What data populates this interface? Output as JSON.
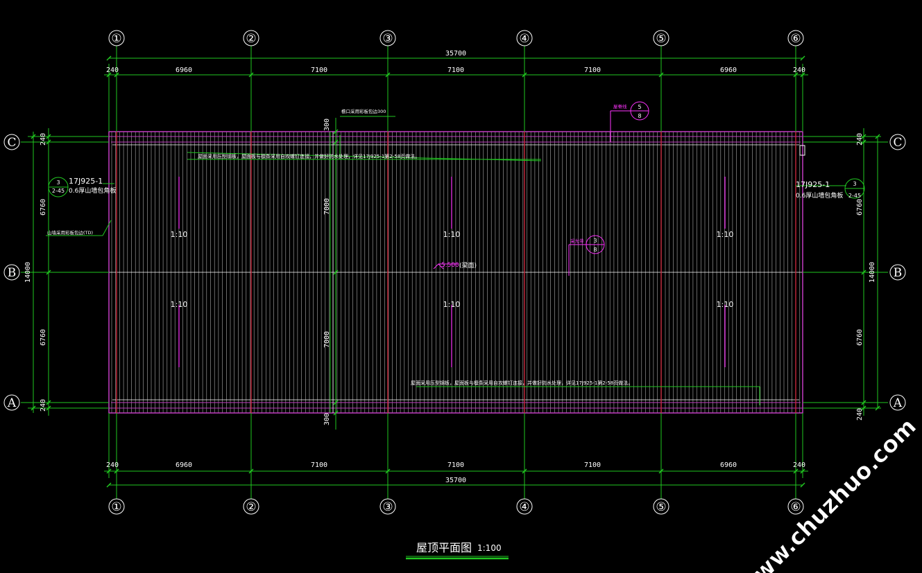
{
  "colors": {
    "background": "#000000",
    "dimension": "#21c821",
    "roof_outline": "#c23cc2",
    "rib": "#cfcfcf",
    "axis_line": "#c8283c",
    "annotation": "#ff33ff",
    "text": "#ffffff",
    "watermark": "#ffffff"
  },
  "axes": {
    "vertical": [
      "①",
      "②",
      "③",
      "④",
      "⑤",
      "⑥"
    ],
    "horizontal": [
      "C",
      "B",
      "A"
    ]
  },
  "dimensions": {
    "top_total": "35700",
    "top_segments": [
      "240",
      "6960",
      "7100",
      "7100",
      "7100",
      "6960",
      "240"
    ],
    "bottom_total": "35700",
    "bottom_segments": [
      "240",
      "6960",
      "7100",
      "7100",
      "7100",
      "6960",
      "240"
    ],
    "left_segments": [
      "240",
      "6760",
      "6760",
      "240"
    ],
    "left_total": "14000",
    "right_segments": [
      "240",
      "6760",
      "6760",
      "240"
    ],
    "right_total": "14000",
    "overhang_top": "300",
    "overhang_bottom": "300",
    "mid_upper": "7000",
    "mid_lower": "7000"
  },
  "slopes": [
    "1:10",
    "1:10",
    "1:10",
    "1:10",
    "1:10",
    "1:10"
  ],
  "elevation": {
    "value": "5.500",
    "note": "(梁面)"
  },
  "annotations": {
    "top_note": "檐口采用彩板包边300",
    "upper_long_note": "屋面采用压型钢板，屋面板与檩条采用自攻螺钉连接，并做好防水处理，详见17J925-1第2-58页做法。",
    "lower_long_note": "屋面采用压型钢板，屋面板与檩条采用自攻螺钉连接，并做好防水处理，详见17J925-1第2-58页做法。",
    "left_side_note": "山墙采用彩板包边(TD)",
    "left_ref_code": "17J925-1",
    "left_ref_num": "3",
    "left_ref_page": "2-45",
    "left_ref_desc": "0.6厚山墙包角板",
    "right_ref_code": "17J925-1",
    "right_ref_num": "3",
    "right_ref_page": "2-45",
    "right_ref_desc": "0.6厚山墙包角板",
    "ridge_label": "屋脊线",
    "ridge_num": "5",
    "ridge_page": "8",
    "vent_label": "采光带",
    "vent_num": "3",
    "vent_page": "8"
  },
  "title": {
    "name": "屋顶平面图",
    "scale": "1:100"
  },
  "watermark": "www.chuzhuo.com"
}
